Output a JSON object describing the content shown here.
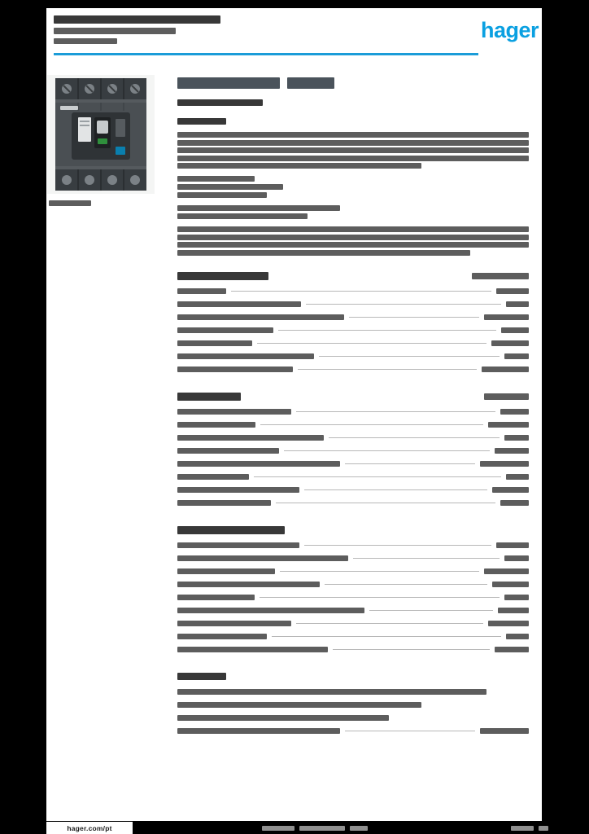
{
  "brand": {
    "logo_text": "hager",
    "blue": "#0aa0e1"
  },
  "header": {
    "title_primary": [
      [
        205,
        10
      ]
    ],
    "title_secondary": [
      [
        150,
        8
      ],
      [
        78,
        7
      ]
    ]
  },
  "left": {
    "caption_bars": [
      [
        52,
        7
      ]
    ]
  },
  "main": {
    "heading_bars": [
      [
        126,
        14
      ],
      [
        58,
        14
      ]
    ],
    "subheading_bars": [
      [
        105,
        8
      ]
    ],
    "intro_blocks": [
      {
        "kind": "head",
        "bars": [
          [
            60,
            8
          ]
        ]
      },
      {
        "kind": "para",
        "bars": [
          [
            432,
            7
          ],
          [
            432,
            7
          ],
          [
            432,
            7
          ],
          [
            432,
            7
          ],
          [
            300,
            7
          ]
        ]
      },
      {
        "kind": "list",
        "bars": [
          [
            95,
            7
          ],
          [
            130,
            7
          ],
          [
            110,
            7
          ]
        ]
      },
      {
        "kind": "list",
        "bars": [
          [
            200,
            7
          ],
          [
            160,
            7
          ]
        ]
      },
      {
        "kind": "para",
        "bars": [
          [
            432,
            7
          ],
          [
            432,
            7
          ],
          [
            432,
            7
          ],
          [
            360,
            7
          ]
        ]
      }
    ],
    "sections": [
      {
        "title_bar": [
          112,
          10
        ],
        "title_value": [
          70,
          8
        ],
        "rows": [
          {
            "l": 60,
            "v": 40
          },
          {
            "l": 152,
            "v": 28
          },
          {
            "l": 205,
            "v": 55
          },
          {
            "l": 118,
            "v": 34
          },
          {
            "l": 92,
            "v": 46
          },
          {
            "l": 168,
            "v": 30
          },
          {
            "l": 142,
            "v": 58
          }
        ]
      },
      {
        "title_bar": [
          78,
          10
        ],
        "title_value": [
          55,
          8
        ],
        "rows": [
          {
            "l": 140,
            "v": 35
          },
          {
            "l": 96,
            "v": 50
          },
          {
            "l": 180,
            "v": 30
          },
          {
            "l": 125,
            "v": 42
          },
          {
            "l": 200,
            "v": 60
          },
          {
            "l": 88,
            "v": 28
          },
          {
            "l": 150,
            "v": 45
          },
          {
            "l": 115,
            "v": 35
          }
        ]
      },
      {
        "title_bar": [
          132,
          10
        ],
        "title_value": null,
        "rows": [
          {
            "l": 150,
            "v": 40
          },
          {
            "l": 210,
            "v": 30
          },
          {
            "l": 120,
            "v": 55
          },
          {
            "l": 175,
            "v": 45
          },
          {
            "l": 95,
            "v": 30
          },
          {
            "l": 230,
            "v": 38
          },
          {
            "l": 140,
            "v": 50
          },
          {
            "l": 110,
            "v": 28
          },
          {
            "l": 185,
            "v": 42
          }
        ]
      },
      {
        "title_bar": [
          60,
          9
        ],
        "title_value": null,
        "rows": [
          {
            "l": 380,
            "v": null,
            "leader": false
          },
          {
            "l": 300,
            "v": null,
            "leader": false
          },
          {
            "l": 260,
            "v": null,
            "leader": false
          },
          {
            "l": 200,
            "v": 60
          }
        ]
      }
    ]
  },
  "footer": {
    "site": "hager.com/pt",
    "center_bars": [
      [
        40,
        6
      ],
      [
        56,
        6
      ],
      [
        22,
        6
      ]
    ],
    "right_bars": [
      [
        28,
        6
      ],
      [
        12,
        6
      ]
    ]
  }
}
